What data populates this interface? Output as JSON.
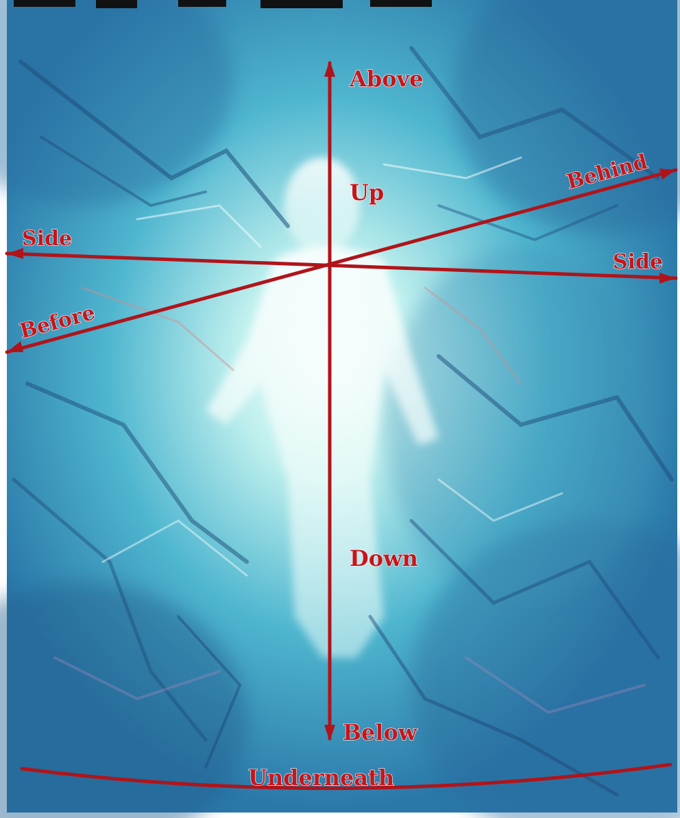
{
  "labels": {
    "above": "Above",
    "up": "Up",
    "behind": "Behind",
    "side_left": "Side",
    "side_right": "Side",
    "before": "Before",
    "down": "Down",
    "below": "Below",
    "underneath": "Underneath"
  },
  "colors": {
    "axis": "#b0141a",
    "label": "#c4161c",
    "background_base": "#3aa6c4",
    "background_light": "#dff7f5",
    "background_dark": "#1f5f8f"
  }
}
